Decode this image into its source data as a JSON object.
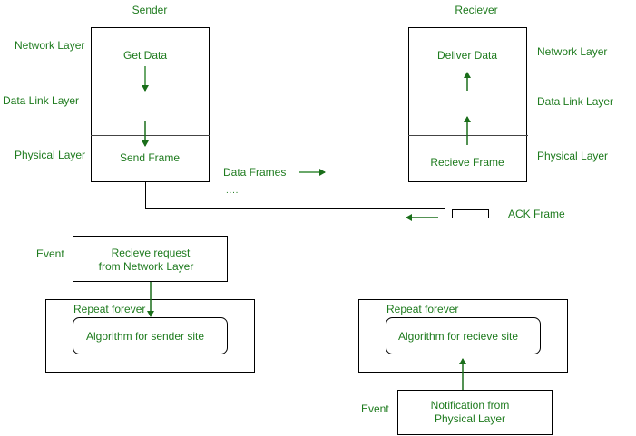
{
  "colors": {
    "text": "#1e7b1e",
    "arrow": "#1a6e1a",
    "line": "#000000"
  },
  "sender": {
    "title": "Sender",
    "layer_labels": [
      "Network Layer",
      "Data Link Layer",
      "Physical Layer"
    ],
    "top_text": "Get Data",
    "bottom_text": "Send Frame"
  },
  "receiver": {
    "title": "Reciever",
    "layer_labels": [
      "Network Layer",
      "Data Link Layer",
      "Physical Layer"
    ],
    "top_text": "Deliver Data",
    "bottom_text": "Recieve Frame"
  },
  "channel": {
    "data_frames_label": "Data Frames",
    "dots": ". . . .",
    "ack_label": "ACK Frame"
  },
  "sender_algo": {
    "event_label": "Event",
    "event_text_line1": "Recieve request",
    "event_text_line2": "from Network Layer",
    "loop_label": "Repeat forever",
    "algo_text": "Algorithm for sender site"
  },
  "receiver_algo": {
    "event_label": "Event",
    "event_text_line1": "Notification from",
    "event_text_line2": "Physical Layer",
    "loop_label": "Repeat forever",
    "algo_text": "Algorithm for recieve site"
  }
}
